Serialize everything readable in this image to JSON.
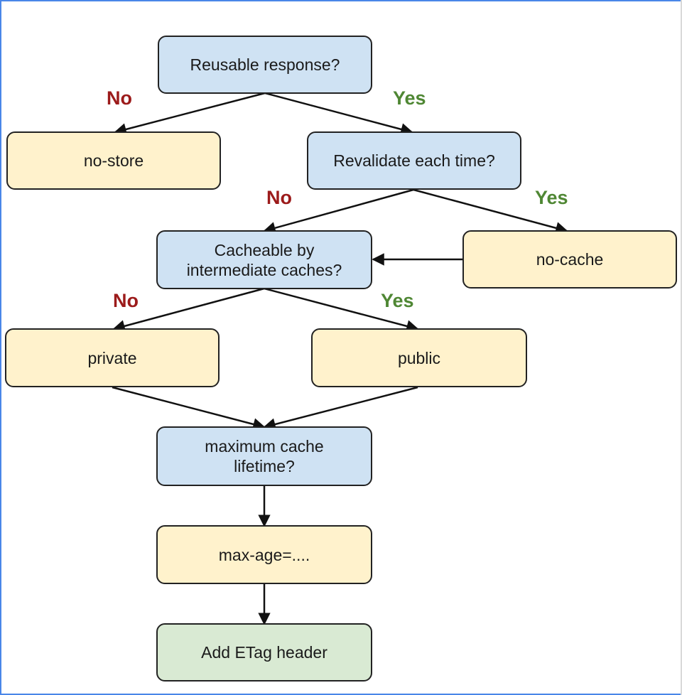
{
  "colors": {
    "question_fill": "#cfe2f3",
    "directive_fill": "#fff2cc",
    "final_fill": "#d9ead3",
    "no_label": "#9c1b1b",
    "yes_label": "#4f8734"
  },
  "nodes": {
    "reusable": "Reusable response?",
    "no_store": "no-store",
    "revalidate": "Revalidate each time?",
    "cacheable_line1": "Cacheable by",
    "cacheable_line2": "intermediate caches?",
    "no_cache": "no-cache",
    "private": "private",
    "public": "public",
    "max_lifetime_line1": "maximum cache",
    "max_lifetime_line2": "lifetime?",
    "max_age": "max-age=....",
    "etag": "Add ETag header"
  },
  "edge_labels": {
    "reusable_no": "No",
    "reusable_yes": "Yes",
    "revalidate_no": "No",
    "revalidate_yes": "Yes",
    "cacheable_no": "No",
    "cacheable_yes": "Yes"
  }
}
